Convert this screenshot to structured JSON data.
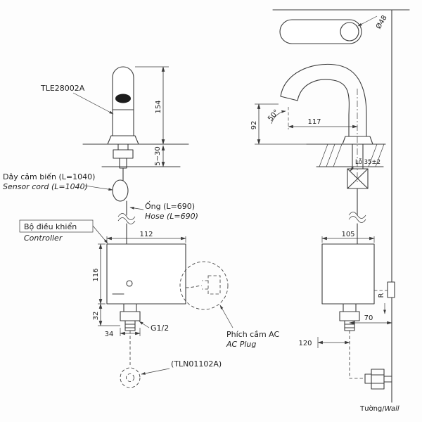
{
  "drawing": {
    "product_label": "TLE28002A",
    "valve_label": "(TLN01102A)",
    "sensor_cord": {
      "vi": "Dây cảm biến (L=1040)",
      "en": "Sensor cord (L=1040)"
    },
    "hose": {
      "vi": "Ống (L=690)",
      "en": "Hose (L=690)"
    },
    "controller": {
      "vi": "Bộ điều khiển",
      "en": "Controller"
    },
    "ac_plug": {
      "vi": "Phích cắm AC",
      "en": "AC Plug"
    },
    "thread_label": "G1/2",
    "hole_label": "Lỗ 35±2",
    "power_mark": "R",
    "wall": {
      "vi": "Tường/",
      "en": "Wall"
    },
    "dimensions": {
      "spout_height": "154",
      "deck_thickness": "5~30",
      "controller_width": "112",
      "controller_height": "116",
      "outlet_drop": "32",
      "outlet_width": "34",
      "spout_diameter": "Ø48",
      "outlet_height": "92",
      "spout_reach": "117",
      "spout_angle": "50°",
      "controller_depth": "105",
      "pipe_to_wall": "70",
      "bottom_offset": "120"
    },
    "line_color": "#3b3b3b",
    "background": "#ffffff"
  }
}
